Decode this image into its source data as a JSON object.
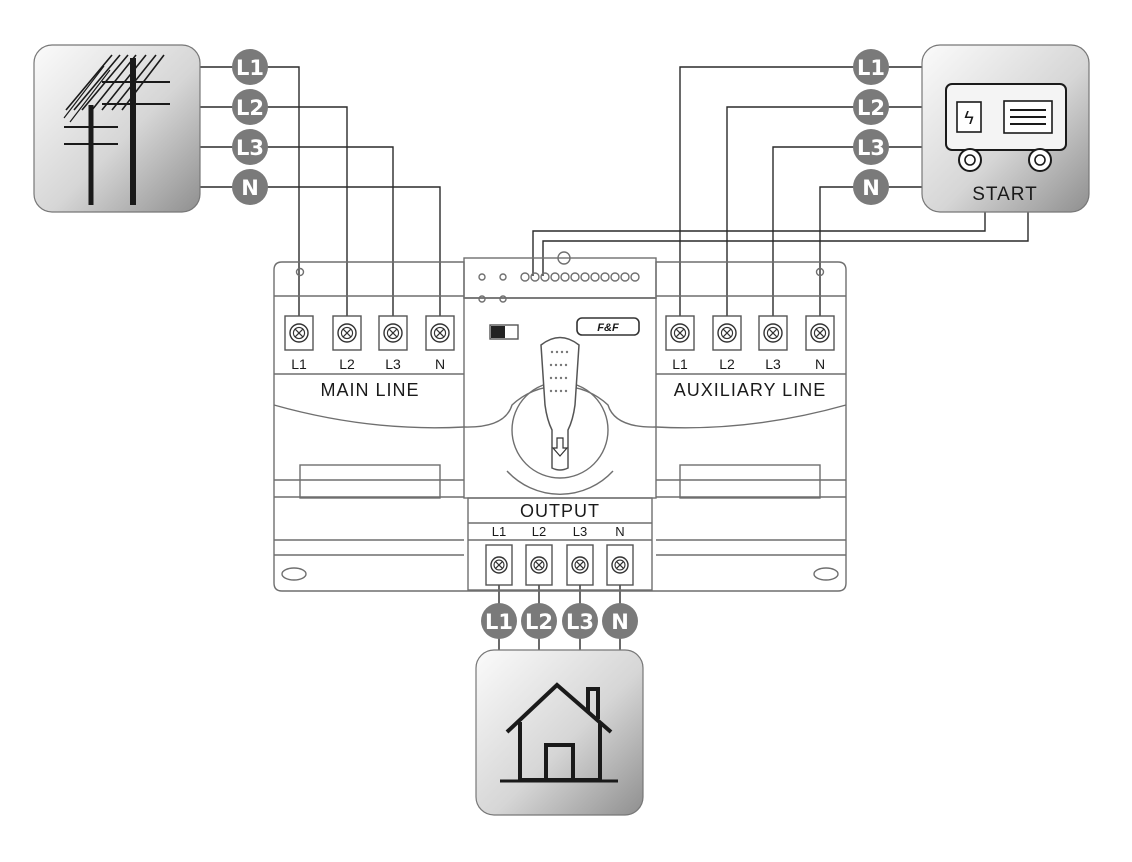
{
  "main_line": {
    "label": "MAIN LINE",
    "terminals": [
      "L1",
      "L2",
      "L3",
      "N"
    ],
    "source_badges": [
      "L1",
      "L2",
      "L3",
      "N"
    ]
  },
  "auxiliary_line": {
    "label": "AUXILIARY LINE",
    "terminals": [
      "L1",
      "L2",
      "L3",
      "N"
    ],
    "source_badges": [
      "L1",
      "L2",
      "L3",
      "N"
    ]
  },
  "output": {
    "label": "OUTPUT",
    "terminals": [
      "L1",
      "L2",
      "L3",
      "N"
    ],
    "badges": [
      "L1",
      "L2",
      "L3",
      "N"
    ]
  },
  "generator": {
    "start_label": "START",
    "panel_symbol": "ϟ"
  },
  "brand": {
    "logo_text": "F&F"
  },
  "icons": {
    "grid_source": "power-pole-icon",
    "generator": "generator-icon",
    "load": "house-icon"
  },
  "colors": {
    "badge": "#7a7a7a",
    "card_top": "#fafafa",
    "card_bottom": "#9a9a9a",
    "device_outline": "#6f6f6f",
    "wire": "#2a2a2a"
  }
}
